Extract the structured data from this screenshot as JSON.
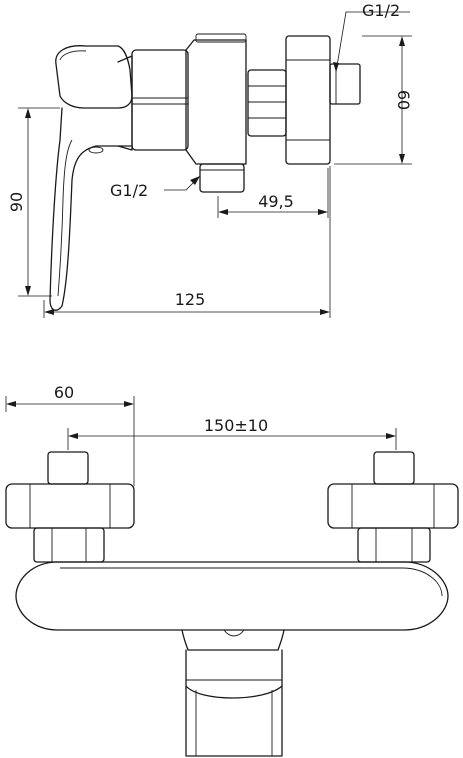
{
  "side_view": {
    "thread_top": "G1/2",
    "thread_bottom": "G1/2",
    "dim_height_right": "60",
    "dim_height_left": "90",
    "dim_offset": "49,5",
    "dim_length": "125"
  },
  "front_view": {
    "dim_width": "60",
    "dim_center_spacing": "150±10"
  }
}
